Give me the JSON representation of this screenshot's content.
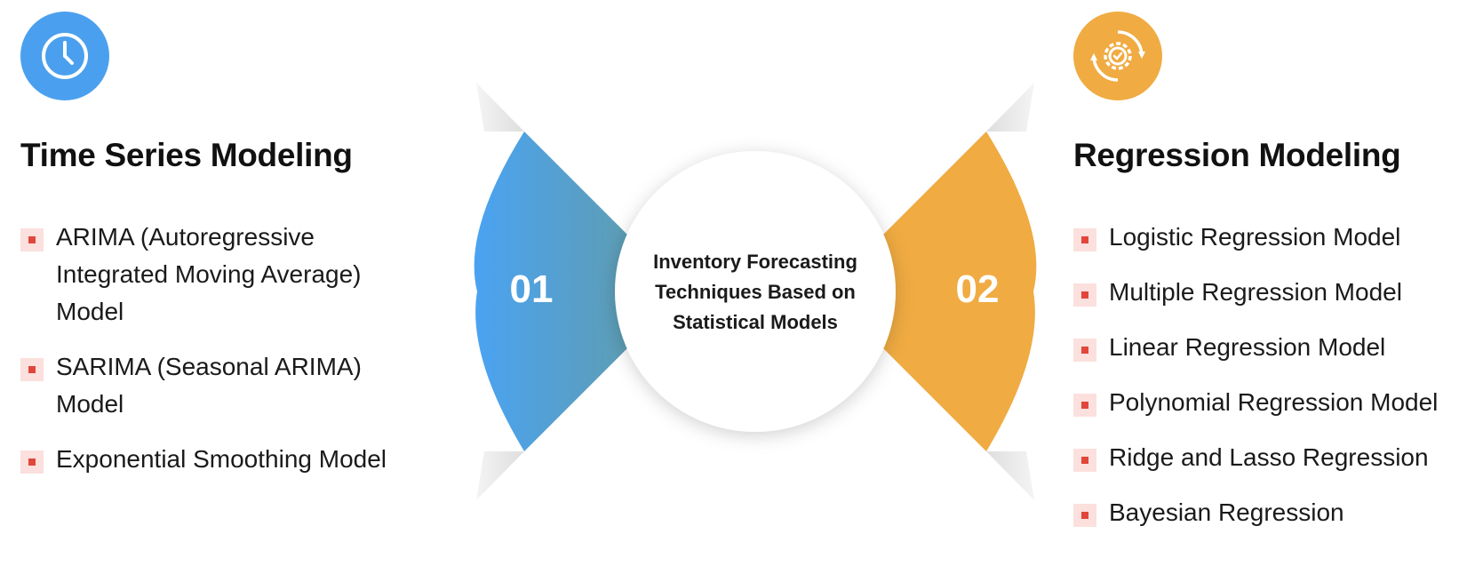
{
  "center": {
    "title": "Inventory Forecasting Techniques Based on Statistical Models"
  },
  "left": {
    "number": "01",
    "heading": "Time Series Modeling",
    "icon": "clock-icon",
    "color": "#4aa0ee",
    "items": [
      "ARIMA (Autoregressive Integrated Moving Average) Model",
      "SARIMA (Seasonal ARIMA) Model",
      "Exponential Smoothing Model"
    ]
  },
  "right": {
    "number": "02",
    "heading": "Regression Modeling",
    "icon": "gear-cycle-icon",
    "color": "#f0ab42",
    "items": [
      "Logistic Regression Model",
      "Multiple Regression Model",
      "Linear Regression Model",
      "Polynomial Regression Model",
      "Ridge and Lasso Regression",
      "Bayesian Regression"
    ]
  },
  "bullet_colors": {
    "square": "#fbe0dd",
    "dot": "#e0473a"
  }
}
